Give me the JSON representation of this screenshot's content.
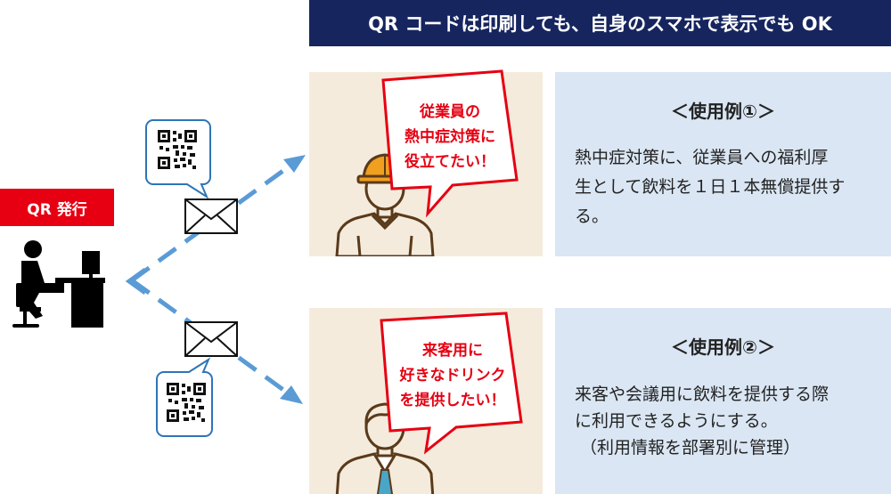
{
  "banner": {
    "text": "QR コードは印刷しても、自身のスマホで表示でも OK"
  },
  "issuer": {
    "label": "QR 発行"
  },
  "cases": [
    {
      "speech_lines": [
        "従業員の",
        "熱中症対策に",
        "役立てたい！"
      ],
      "title": "＜使用例①＞",
      "body_lines": [
        "熱中症対策に、従業員への福利厚",
        "生として飲料を１日１本無償提供す",
        "る。"
      ]
    },
    {
      "speech_lines": [
        "来客用に",
        "好きなドリンク",
        "を提供したい！"
      ],
      "title": "＜使用例②＞",
      "body_lines": [
        "来客や会議用に飲料を提供する際",
        "に利用できるようにする。",
        "（利用情報を部署別に管理）"
      ]
    }
  ],
  "colors": {
    "banner_bg": "#17255f",
    "accent_red": "#e60012",
    "panel_bg": "#f4ebdd",
    "info_bg": "#dae6f3",
    "arrow": "#5b9bd5",
    "helmet": "#f0a01e",
    "tie": "#4aa6c8"
  },
  "icons": [
    "qr-code-icon",
    "envelope-icon",
    "office-worker-icon",
    "construction-worker-icon",
    "businessman-icon",
    "speech-bubble-icon"
  ]
}
